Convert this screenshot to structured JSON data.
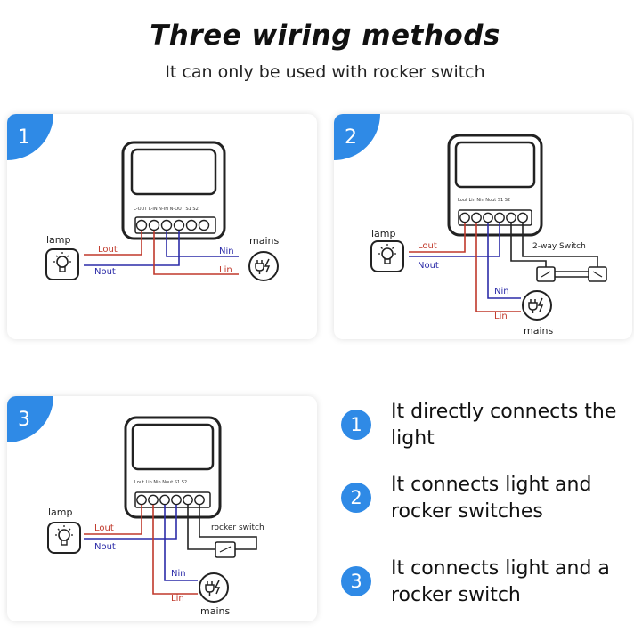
{
  "header": {
    "title": "Three wiring methods",
    "subtitle": "It can only be used with rocker switch"
  },
  "panels": [
    {
      "number": "1",
      "terminal_labels": "L-OUT  L-IN   N-IN  N-OUT   S1    S2",
      "lamp_label": "lamp",
      "mains_label": "mains",
      "wires": {
        "lout": "Lout",
        "nout": "Nout",
        "nin": "Nin",
        "lin": "Lin"
      }
    },
    {
      "number": "2",
      "terminal_labels": "Lout  Lin  Nin  Nout  S1  S2",
      "lamp_label": "lamp",
      "mains_label": "mains",
      "switch_label": "2-way Switch",
      "wires": {
        "lout": "Lout",
        "nout": "Nout",
        "nin": "Nin",
        "lin": "Lin"
      }
    },
    {
      "number": "3",
      "terminal_labels": "Lout  Lin  Nin  Nout  S1  S2",
      "lamp_label": "lamp",
      "mains_label": "mains",
      "switch_label": "rocker switch",
      "wires": {
        "lout": "Lout",
        "nout": "Nout",
        "nin": "Nin",
        "lin": "Lin"
      }
    }
  ],
  "legend": [
    {
      "number": "1",
      "text": "It directly connects the light"
    },
    {
      "number": "2",
      "text": "It connects light and rocker switches"
    },
    {
      "number": "3",
      "text": "It connects light and a rocker switch"
    }
  ],
  "colors": {
    "live": "#c0392b",
    "neutral": "#2c2ca8",
    "badge": "#2f8ae6",
    "ink": "#222222"
  },
  "icons": [
    "lightbulb-icon",
    "power-plug-icon",
    "switch-icon"
  ]
}
